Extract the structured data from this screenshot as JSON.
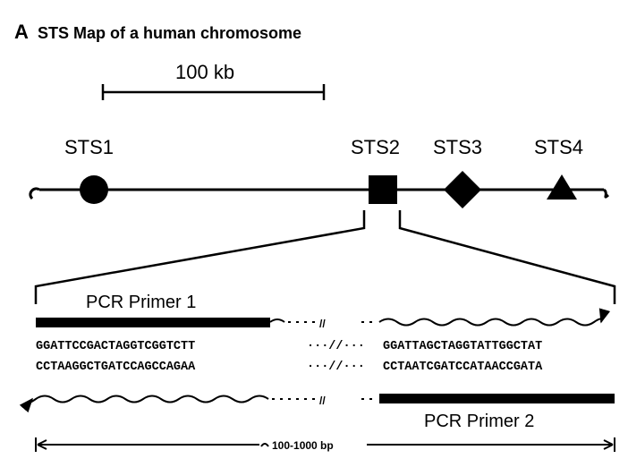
{
  "panel_letter": "A",
  "title": "STS Map of a human chromosome",
  "scale_label": "100 kb",
  "markers": [
    {
      "label": "STS1",
      "shape": "circle"
    },
    {
      "label": "STS2",
      "shape": "square"
    },
    {
      "label": "STS3",
      "shape": "diamond"
    },
    {
      "label": "STS4",
      "shape": "triangle"
    }
  ],
  "primer1_label": "PCR Primer 1",
  "primer2_label": "PCR Primer 2",
  "seq_top_left": "GGATTCCGACTAGGTCGGTCTT",
  "seq_top_right": "GGATTAGCTAGGTATTGGCTAT",
  "seq_bottom_left": "CCTAAGGCTGATCCAGCCAGAA",
  "seq_bottom_right": "CCTAATCGATCCATAACCGATA",
  "break_symbol": "//",
  "length_label": "100-1000 bp",
  "colors": {
    "ink": "#000000",
    "background": "#ffffff"
  }
}
